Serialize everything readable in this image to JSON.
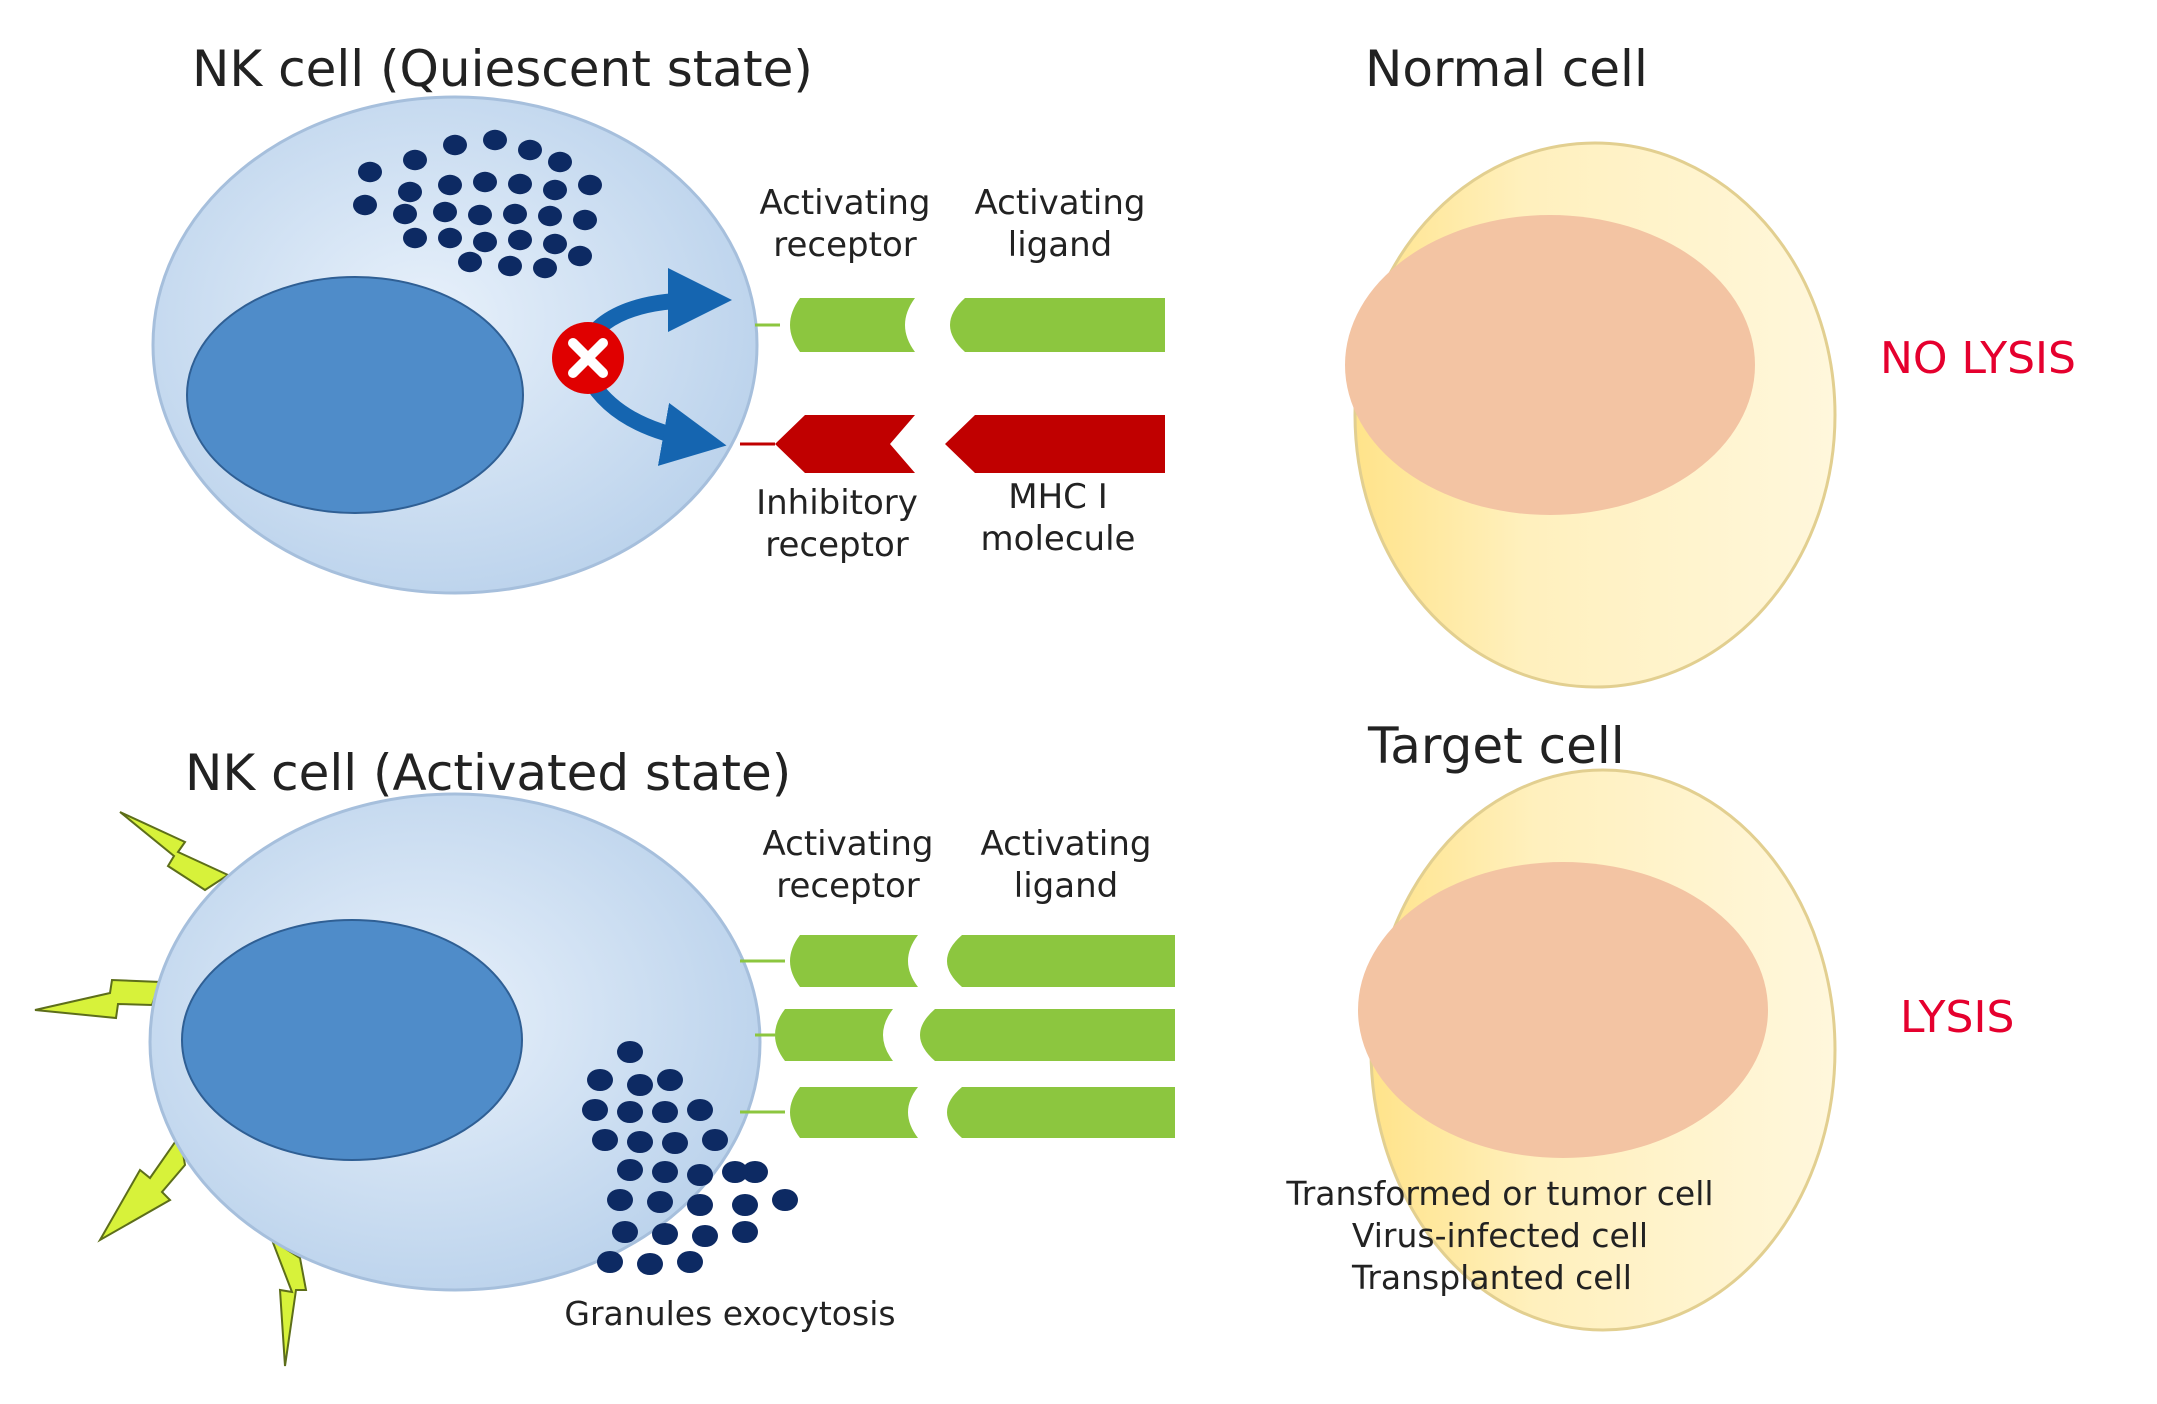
{
  "panels": {
    "quiescent": {
      "nk_title": "NK cell (Quiescent  state)",
      "partner_title": "Normal cell",
      "activating_receptor": [
        "Activating",
        "receptor"
      ],
      "activating_ligand": [
        "Activating",
        "ligand"
      ],
      "inhibitory_receptor": [
        "Inhibitory",
        "receptor"
      ],
      "mhc": [
        "MHC I",
        "molecule"
      ],
      "outcome": "NO LYSIS"
    },
    "activated": {
      "nk_title": "NK cell (Activated  state)",
      "partner_title": "Target cell",
      "activating_receptor": [
        "Activating",
        "receptor"
      ],
      "activating_ligand": [
        "Activating",
        "ligand"
      ],
      "granules_label": "Granules exocytosis",
      "target_types": [
        "Transformed  or tumor cell",
        "Virus-infected cell",
        "Transplanted  cell"
      ],
      "outcome": "LYSIS"
    }
  },
  "colors": {
    "nk_cell": "#cfe0f2",
    "nucleus": "#4f8cc9",
    "granule": "#0d2a63",
    "partner_cell": "#fff2bd",
    "partner_nucleus": "#f3c4a3",
    "activating": "#8cc63f",
    "inhibitory": "#c00000",
    "arrow": "#1565b0",
    "block_marker": "#e00000",
    "outcome_text": "#e5002e",
    "lightning": "#d7f23a"
  },
  "icons": {
    "block_marker": "blocked-x-icon",
    "activation": "lightning-bolt-icon"
  }
}
